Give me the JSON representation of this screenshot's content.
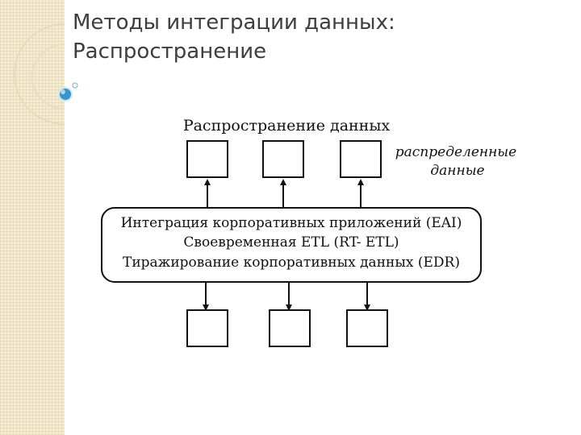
{
  "slide": {
    "title_line1": "Методы интеграции данных:",
    "title_line2": "Распространение"
  },
  "diagram": {
    "top_label": "Распространение данных",
    "side_note_line1": "распределенные",
    "side_note_line2": "данные",
    "center_lines": [
      "Интеграция корпоративных приложений (EAI)",
      "Своевременная ETL (RT- ETL)",
      "Тиражирование корпоративных данных (EDR)"
    ]
  },
  "colors": {
    "strip": "#f3ecd2",
    "accent_bubble": "#3a95c8",
    "title_text": "#3e3e3e"
  }
}
